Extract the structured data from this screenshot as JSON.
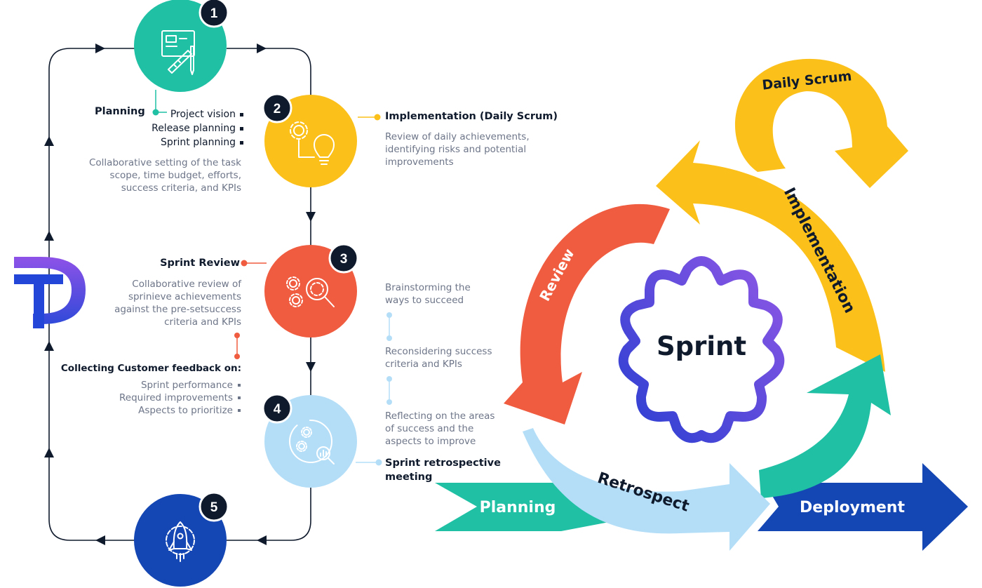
{
  "steps": [
    {
      "number": "1",
      "icon": "blueprint-icon",
      "color": "#1fc0a4"
    },
    {
      "number": "2",
      "icon": "gear-bulb-icon",
      "color": "#fcc01a"
    },
    {
      "number": "3",
      "icon": "gear-magnifier-icon",
      "color": "#f05c3f"
    },
    {
      "number": "4",
      "icon": "gear-analytics-icon",
      "color": "#b4def8"
    },
    {
      "number": "5",
      "icon": "rocket-icon",
      "color": "#1446b4"
    }
  ],
  "planning": {
    "title": "Planning",
    "items": [
      "Project vision",
      "Release planning",
      "Sprint planning"
    ],
    "description": "Collaborative setting of the task scope, time budget, efforts, success criteria, and KPIs"
  },
  "implementation": {
    "title": "Implementation (Daily Scrum)",
    "description": "Review of daily achievements, identifying risks and potential improvements"
  },
  "sprint_review": {
    "title": "Sprint Review",
    "description": "Collaborative review of sprinieve achievements against the pre-setsuccess criteria and KPIs"
  },
  "feedback": {
    "title": "Collecting Customer feedback on:",
    "items": [
      "Sprint performance",
      "Required improvements",
      "Aspects to prioritize"
    ]
  },
  "retrospective": {
    "title": "Sprint retrospective meeting",
    "points": [
      "Brainstorming the ways to succeed",
      "Reconsidering success criteria and KPIs",
      "Reflecting on the areas of success and the aspects to improve"
    ]
  },
  "cycle": {
    "center_label": "Sprint",
    "daily_scrum": "Daily Scrum",
    "implementation": "Implementation",
    "review": "Review",
    "retrospect": "Retrospect",
    "planning": "Planning",
    "deployment": "Deployment"
  },
  "colors": {
    "navy": "#0f1a2c",
    "teal": "#1fc0a4",
    "yellow": "#fcc01a",
    "orange_red": "#f05c3f",
    "light_blue": "#b4def8",
    "deep_blue": "#1446b4",
    "purple": "#7b4fd8",
    "gray_text": "#6d7588"
  },
  "logo": {
    "icon": "tp-logo"
  }
}
